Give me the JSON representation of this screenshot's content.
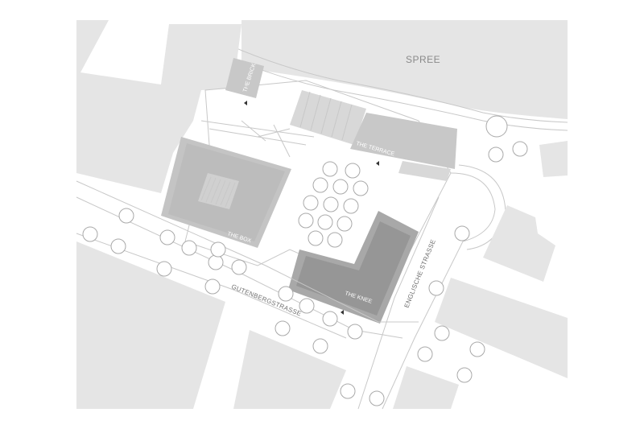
{
  "map": {
    "water": {
      "label": "SPREE"
    },
    "streets": [
      {
        "id": "gutenbergstrasse",
        "label": "GUTENBERGSTRASSE"
      },
      {
        "id": "englische-strasse",
        "label": "ENGLISCHE STRASSE"
      }
    ],
    "buildings": [
      {
        "id": "the-brick",
        "label": "THE BRICK"
      },
      {
        "id": "the-terrace",
        "label": "THE TERRACE"
      },
      {
        "id": "the-box",
        "label": "THE BOX"
      },
      {
        "id": "the-knee",
        "label": "THE KNEE"
      }
    ],
    "colors": {
      "background": "#ffffff",
      "context_block": "#e5e5e5",
      "project_building": "#c8c8c8",
      "knee_building": "#9c9c9c",
      "tree_outline": "#a9a9a9",
      "line_work": "#c8c8c8"
    }
  }
}
